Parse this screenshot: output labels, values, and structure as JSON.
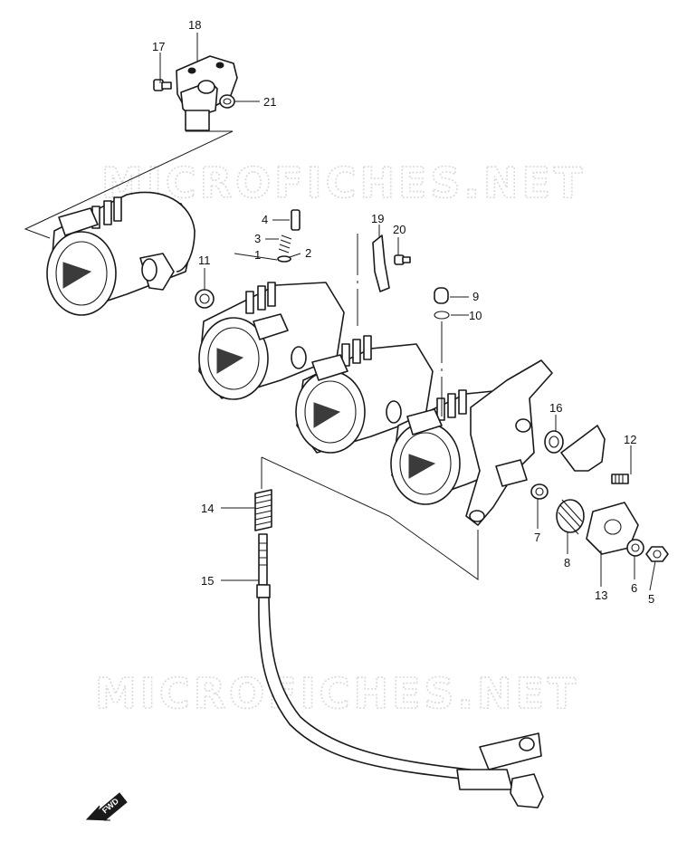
{
  "watermark": {
    "top_text": "MICROFICHES.NET",
    "bottom_text": "MICROFICHES.NET"
  },
  "direction_marker": {
    "label": "FWD"
  },
  "callouts": {
    "c1": "1",
    "c2": "2",
    "c3": "3",
    "c4": "4",
    "c5": "5",
    "c6": "6",
    "c7": "7",
    "c8": "8",
    "c9": "9",
    "c10": "10",
    "c11": "11",
    "c12": "12",
    "c13": "13",
    "c14": "14",
    "c15": "15",
    "c16": "16",
    "c17": "17",
    "c18": "18",
    "c19": "19",
    "c20": "20",
    "c21": "21"
  },
  "colors": {
    "line": "#1a1a1a",
    "watermark": "#d9d9d9",
    "background": "#ffffff"
  }
}
